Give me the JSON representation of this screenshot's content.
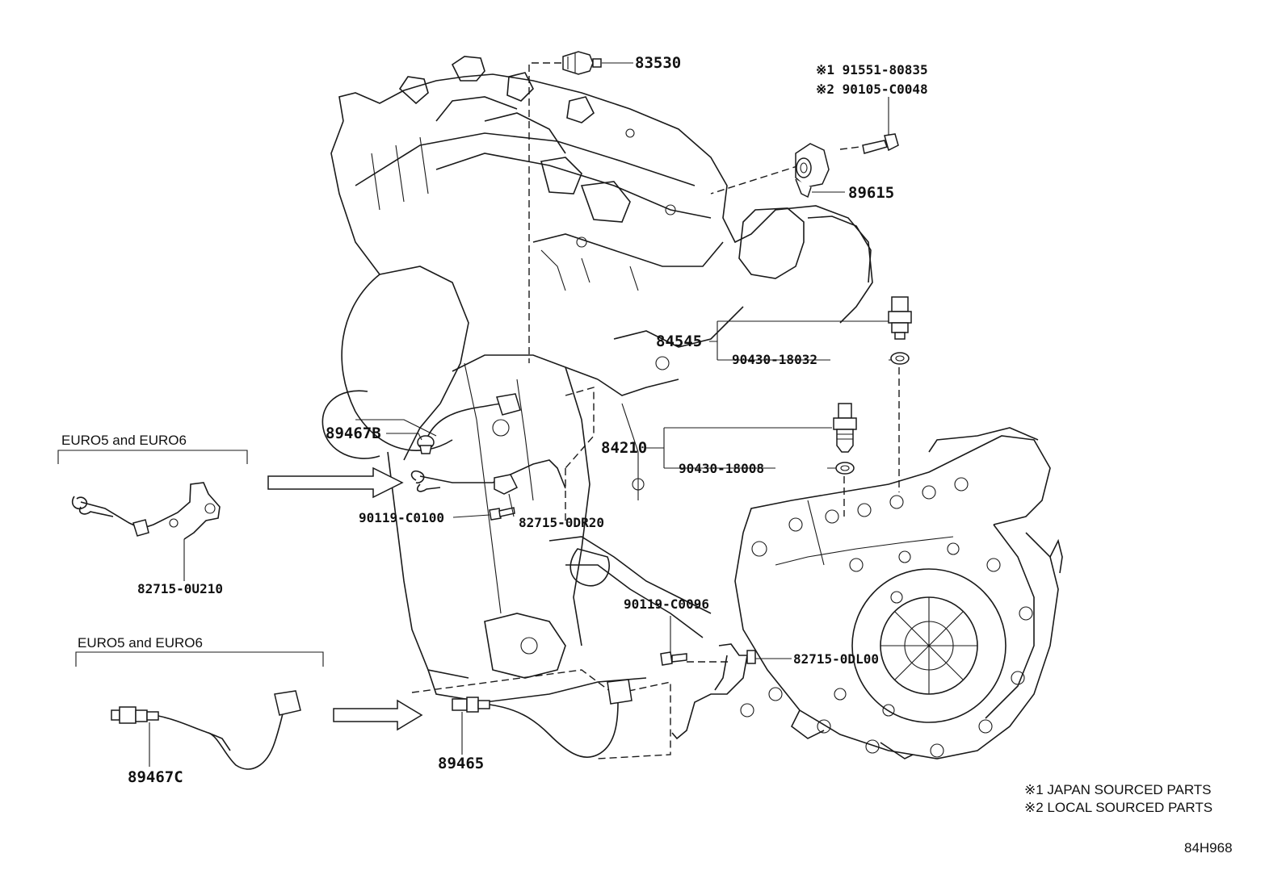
{
  "parts": {
    "p83530": "83530",
    "p89615": "89615",
    "bolt_japan": "※1 91551-80835",
    "bolt_local": "※2 90105-C0048",
    "p84545": "84545",
    "p90430_18032": "90430-18032",
    "p89467B": "89467B",
    "p84210": "84210",
    "p90430_18008": "90430-18008",
    "p90119_C0100": "90119-C0100",
    "p82715_0DR20": "82715-0DR20",
    "p82715_0U210": "82715-0U210",
    "p90119_C0096": "90119-C0096",
    "p82715_0DL00": "82715-0DL00",
    "p89467C": "89467C",
    "p89465": "89465"
  },
  "insets": {
    "upper_title": "EURO5 and EURO6",
    "lower_title": "EURO5 and EURO6"
  },
  "notes": {
    "japan": "※1 JAPAN SOURCED PARTS",
    "local": "※2 LOCAL SOURCED PARTS"
  },
  "diagram_code": "84H968"
}
